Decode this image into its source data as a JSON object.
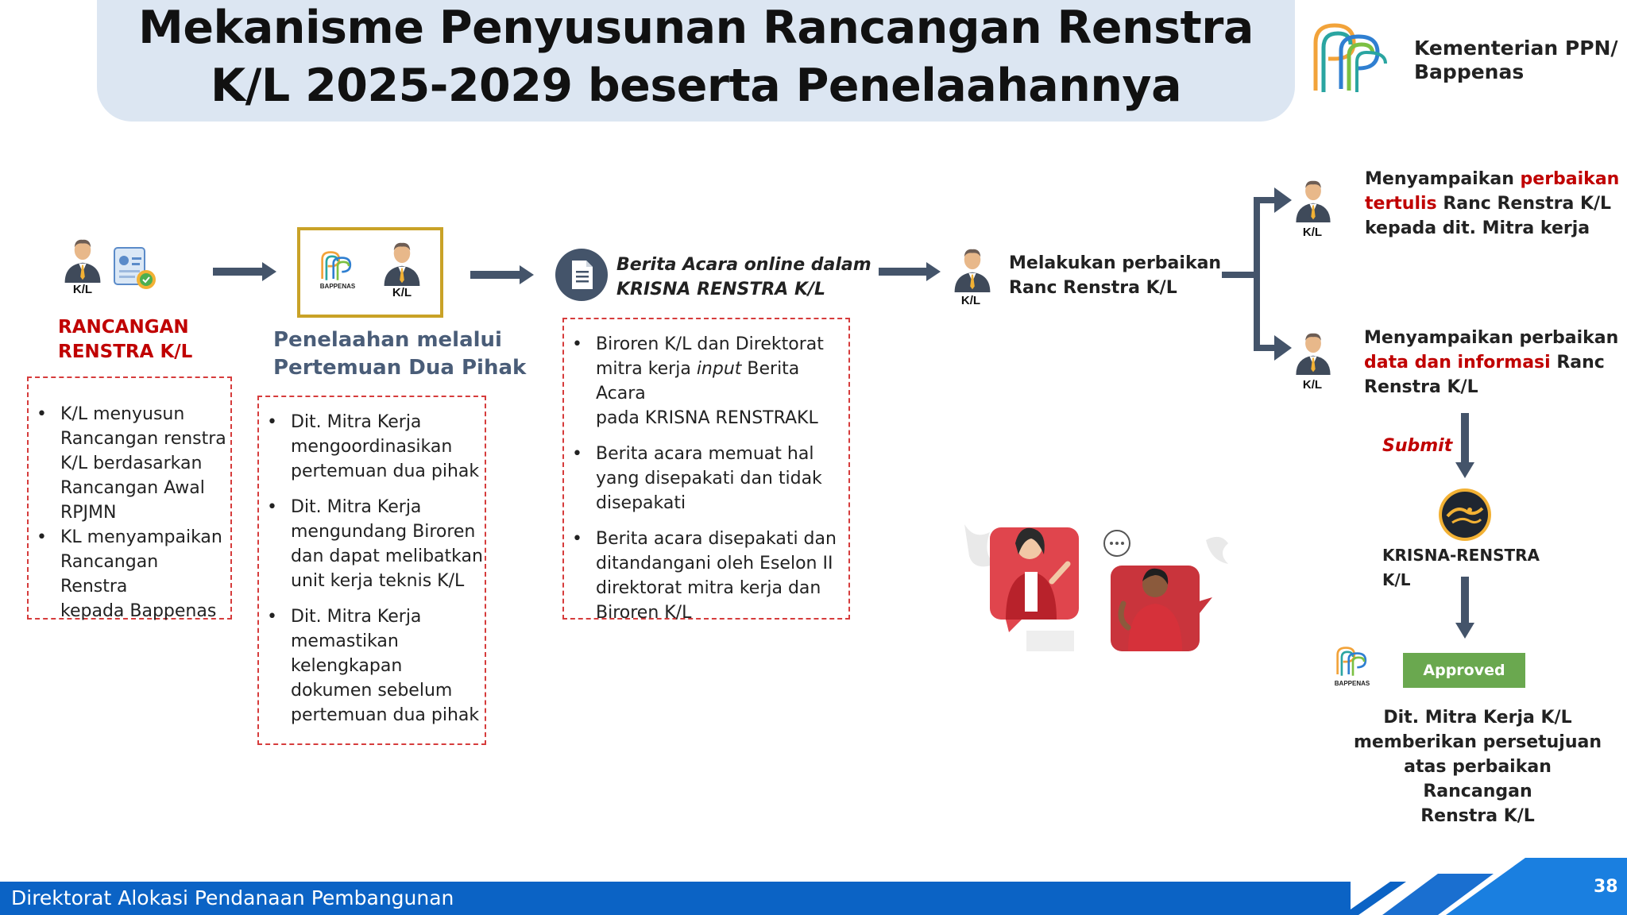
{
  "title": {
    "line1": "Mekanisme Penyusunan Rancangan Renstra",
    "line2": "K/L 2025-2029 beserta Penelaahannya"
  },
  "logo": {
    "line1": "Kementerian PPN/",
    "line2": "Bappenas",
    "small_label": "BAPPENAS"
  },
  "kl_tag": "K/L",
  "step1": {
    "label_line1": "RANCANGAN",
    "label_line2": "RENSTRA K/L",
    "bullets": [
      [
        "K/L menyusun",
        "Rancangan renstra",
        "K/L berdasarkan",
        "Rancangan Awal",
        "RPJMN"
      ],
      [
        "KL menyampaikan",
        "Rancangan Renstra",
        "kepada Bappenas"
      ]
    ]
  },
  "step2": {
    "label_line1": "Penelaahan melalui",
    "label_line2": "Pertemuan Dua Pihak",
    "bullets": [
      [
        "Dit. Mitra Kerja",
        "mengoordinasikan",
        "pertemuan dua pihak"
      ],
      [
        "Dit. Mitra Kerja",
        "mengundang Biroren",
        "dan dapat melibatkan",
        "unit kerja teknis K/L"
      ],
      [
        "Dit. Mitra Kerja",
        "memastikan",
        "kelengkapan",
        "dokumen sebelum",
        "pertemuan dua pihak"
      ]
    ]
  },
  "step3": {
    "heading_line1": "Berita Acara online dalam",
    "heading_line2": "KRISNA RENSTRA K/L",
    "bullet1": {
      "line1": "Biroren K/L dan Direktorat",
      "line2_pre": "mitra kerja ",
      "line2_em": "input",
      "line2_post": " Berita Acara",
      "line3": "pada KRISNA RENSTRAKL"
    },
    "bullet2": [
      "Berita acara memuat hal",
      "yang disepakati dan tidak",
      "disepakati"
    ],
    "bullet3": [
      "Berita acara disepakati dan",
      "ditandangani oleh Eselon II",
      "direktorat mitra kerja dan",
      "Biroren K/L"
    ]
  },
  "step4": {
    "line1": "Melakukan perbaikan",
    "line2": "Ranc Renstra K/L"
  },
  "branch_top": {
    "l1_pre": "Menyampaikan ",
    "l1_red": "perbaikan",
    "l2_red": "tertulis",
    "l2_post": " Ranc Renstra K/L",
    "l3": "kepada dit. Mitra kerja"
  },
  "branch_bottom": {
    "l1": "Menyampaikan perbaikan",
    "l2_red": "data dan informasi",
    "l2_post": " Ranc",
    "l3": "Renstra K/L"
  },
  "submit_label": "Submit",
  "krisna_label": "KRISNA-RENSTRA K/L",
  "approved_label": "Approved",
  "final_text": [
    "Dit. Mitra Kerja K/L",
    "memberikan persetujuan",
    "atas perbaikan Rancangan",
    "Renstra K/L"
  ],
  "footer": {
    "text": "Direktorat Alokasi Pendanaan Pembangunan",
    "page": "38"
  },
  "colors": {
    "title_bg": "#dce6f2",
    "red_accent": "#c00000",
    "arrow": "#44546a",
    "approved": "#6aa84f",
    "footer": "#0b63c5"
  }
}
